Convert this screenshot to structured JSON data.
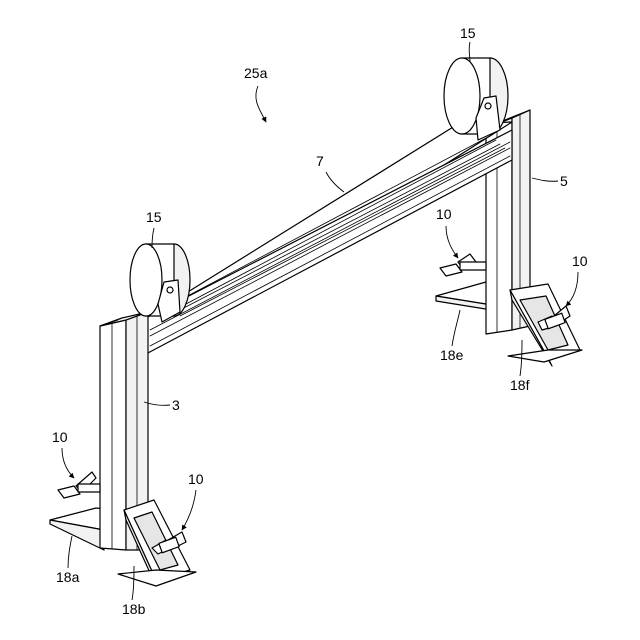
{
  "labels": {
    "assembly": "25a",
    "beam": "7",
    "left_post": "3",
    "right_post": "5",
    "roller_left": "15",
    "roller_right": "15",
    "bolt_a": "10",
    "bolt_b": "10",
    "bolt_c": "10",
    "bolt_d": "10",
    "base_18a": "18a",
    "base_18b": "18b",
    "base_18e": "18e",
    "base_18f": "18f"
  }
}
